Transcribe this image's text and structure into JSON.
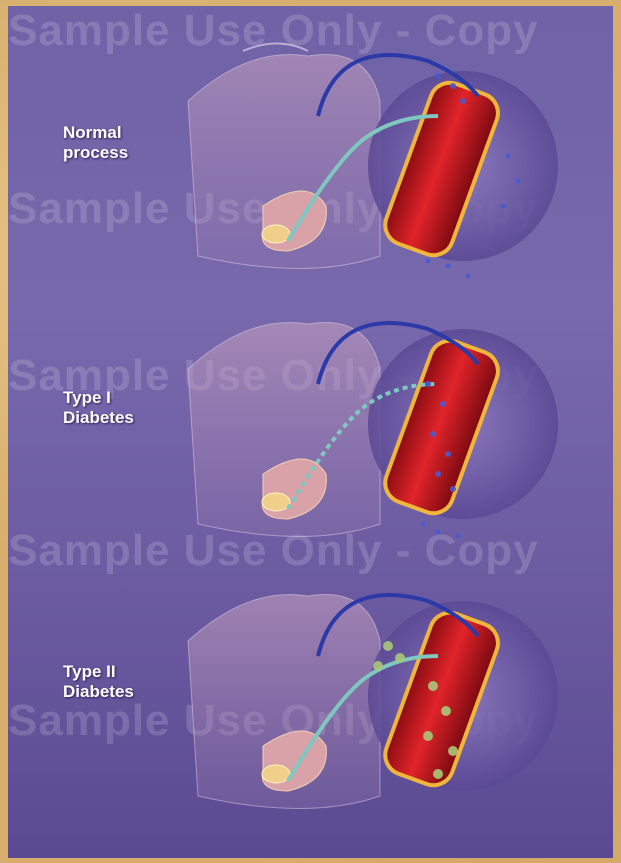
{
  "watermark": "Sample Use Only - Copy",
  "sections": [
    {
      "line1": "Normal",
      "line2": "process"
    },
    {
      "line1": "Type I",
      "line2": "Diabetes"
    },
    {
      "line1": "Type II",
      "line2": "Diabetes"
    }
  ],
  "colors": {
    "background_purple": "#6f62a6",
    "border_tan": "#d7ae6c",
    "blood_vessel": "#c8141c",
    "glucose_blue": "#2c3aa8",
    "insulin_teal": "#7ec8c0"
  }
}
